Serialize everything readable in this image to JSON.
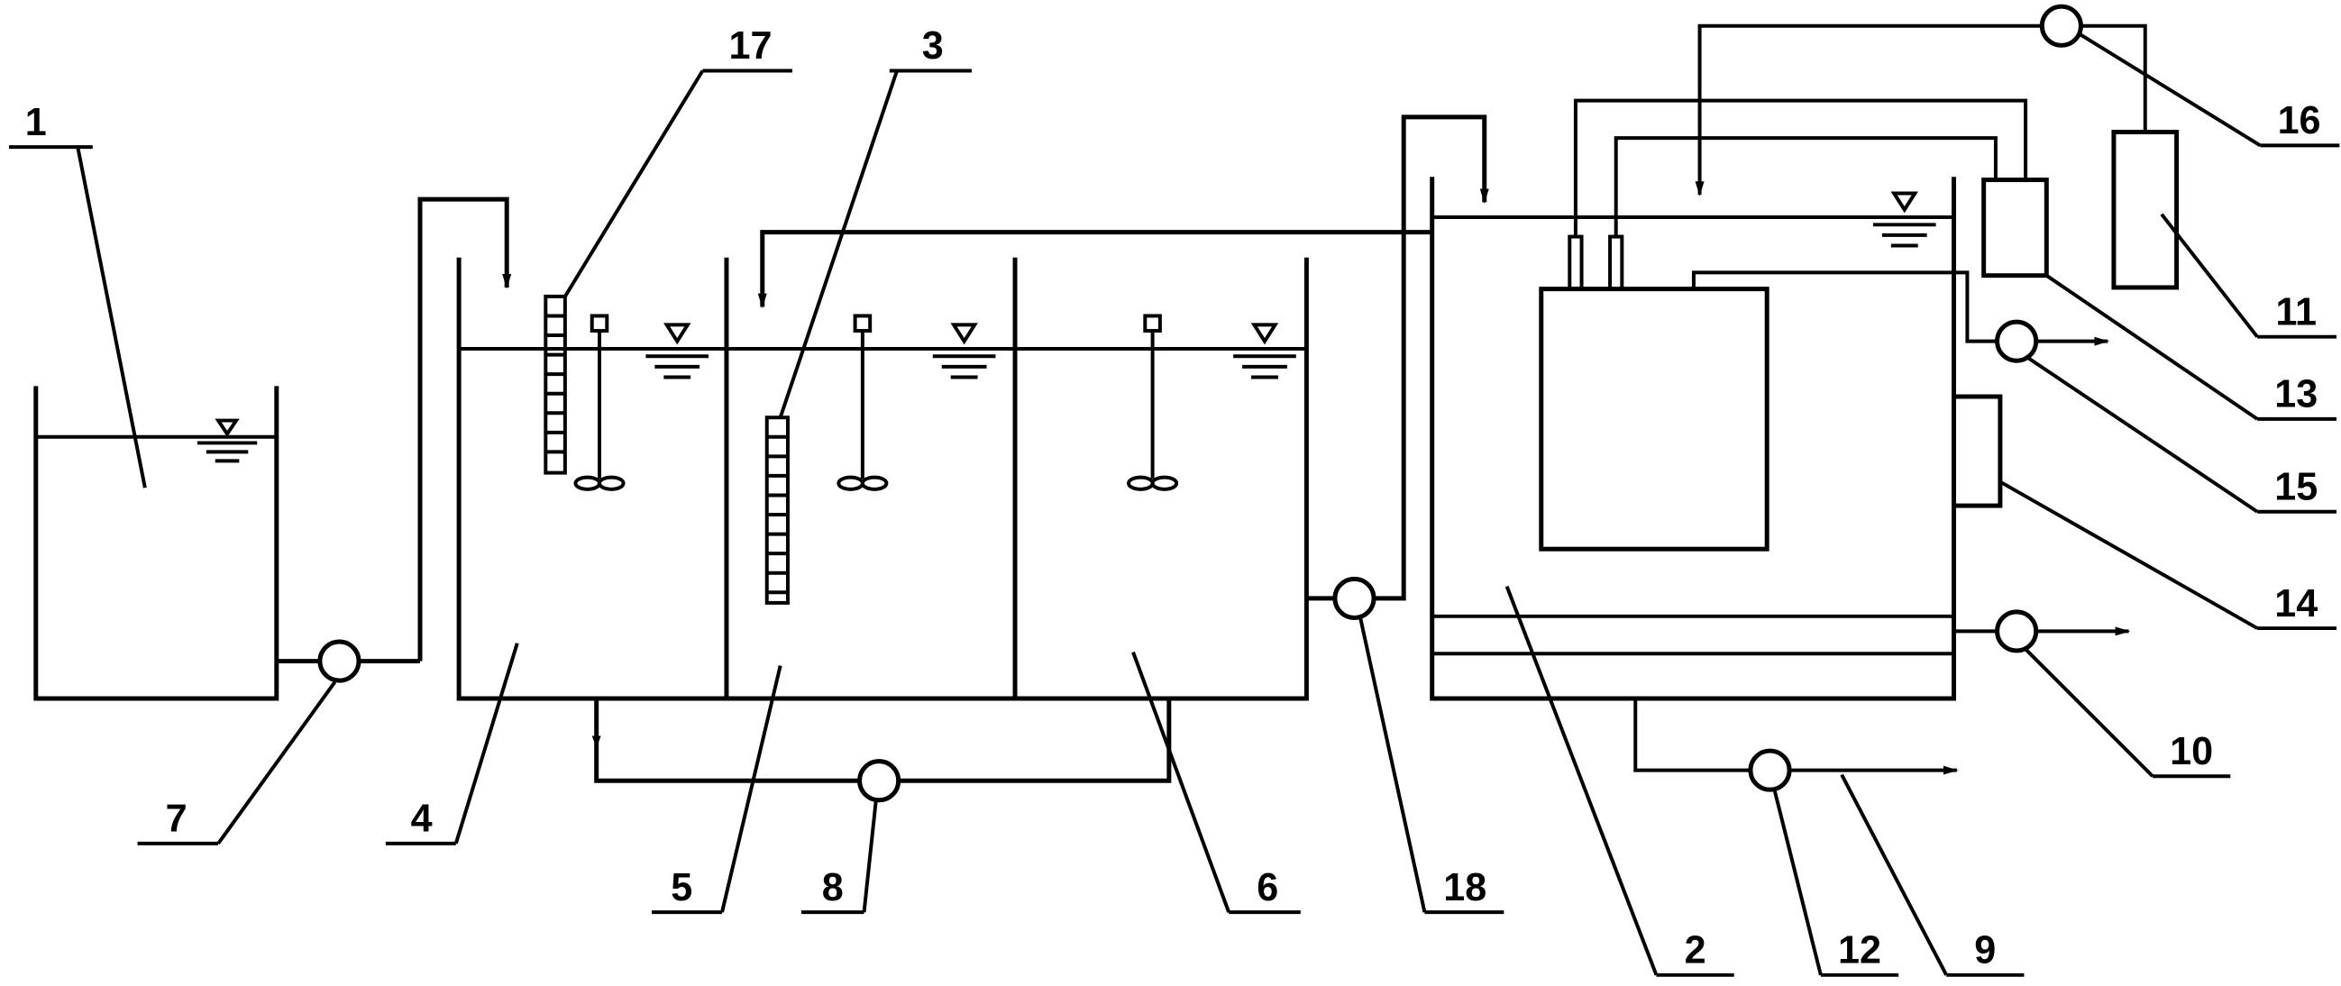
{
  "diagram": {
    "labels": {
      "l1": "1",
      "l2": "2",
      "l3": "3",
      "l4": "4",
      "l5": "5",
      "l6": "6",
      "l7": "7",
      "l8": "8",
      "l9": "9",
      "l10": "10",
      "l11": "11",
      "l12": "12",
      "l13": "13",
      "l14": "14",
      "l15": "15",
      "l16": "16",
      "l17": "17",
      "l18": "18"
    },
    "colors": {
      "line": "#000000",
      "background": "#ffffff"
    }
  }
}
